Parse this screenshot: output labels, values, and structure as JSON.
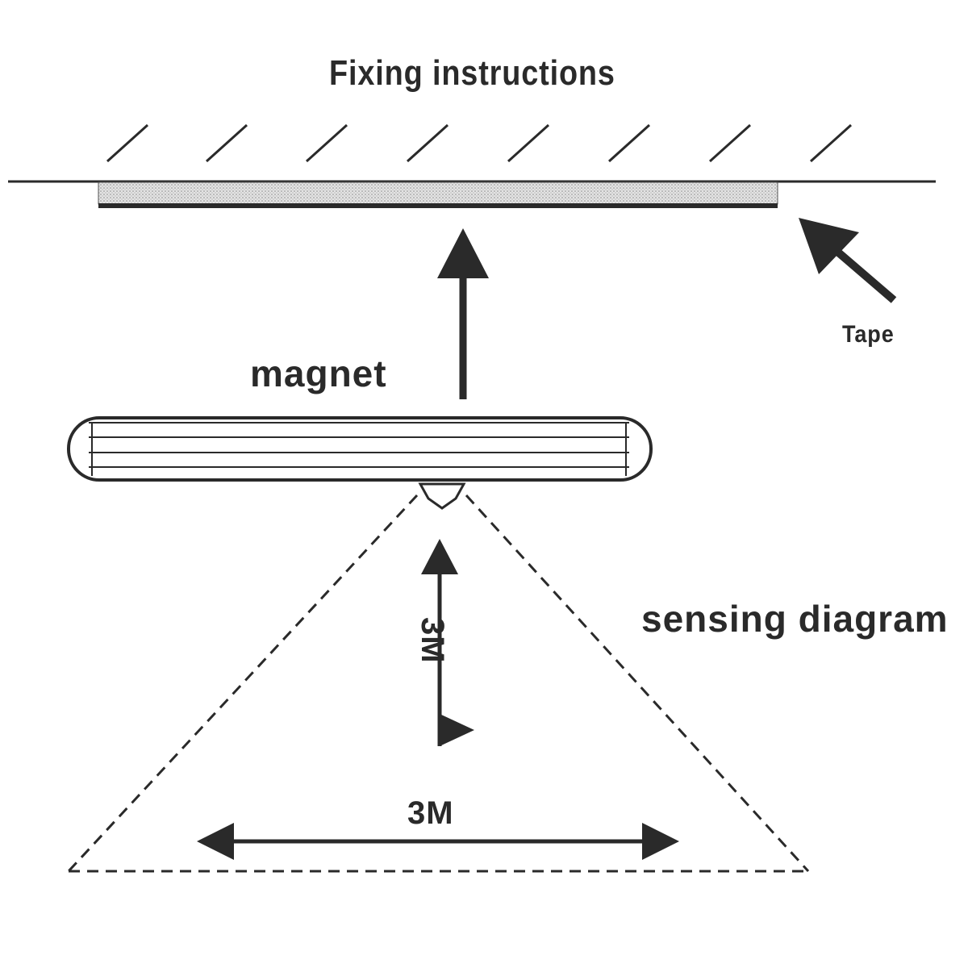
{
  "title": "Fixing instructions",
  "labels": {
    "magnet": "magnet",
    "tape": "Tape",
    "sensing_diagram": "sensing diagram",
    "horizontal_range": "3M",
    "vertical_range": "3M"
  },
  "colors": {
    "ink": "#2a2a2a",
    "tape_fill": "#cfcfcf",
    "background": "#ffffff"
  }
}
